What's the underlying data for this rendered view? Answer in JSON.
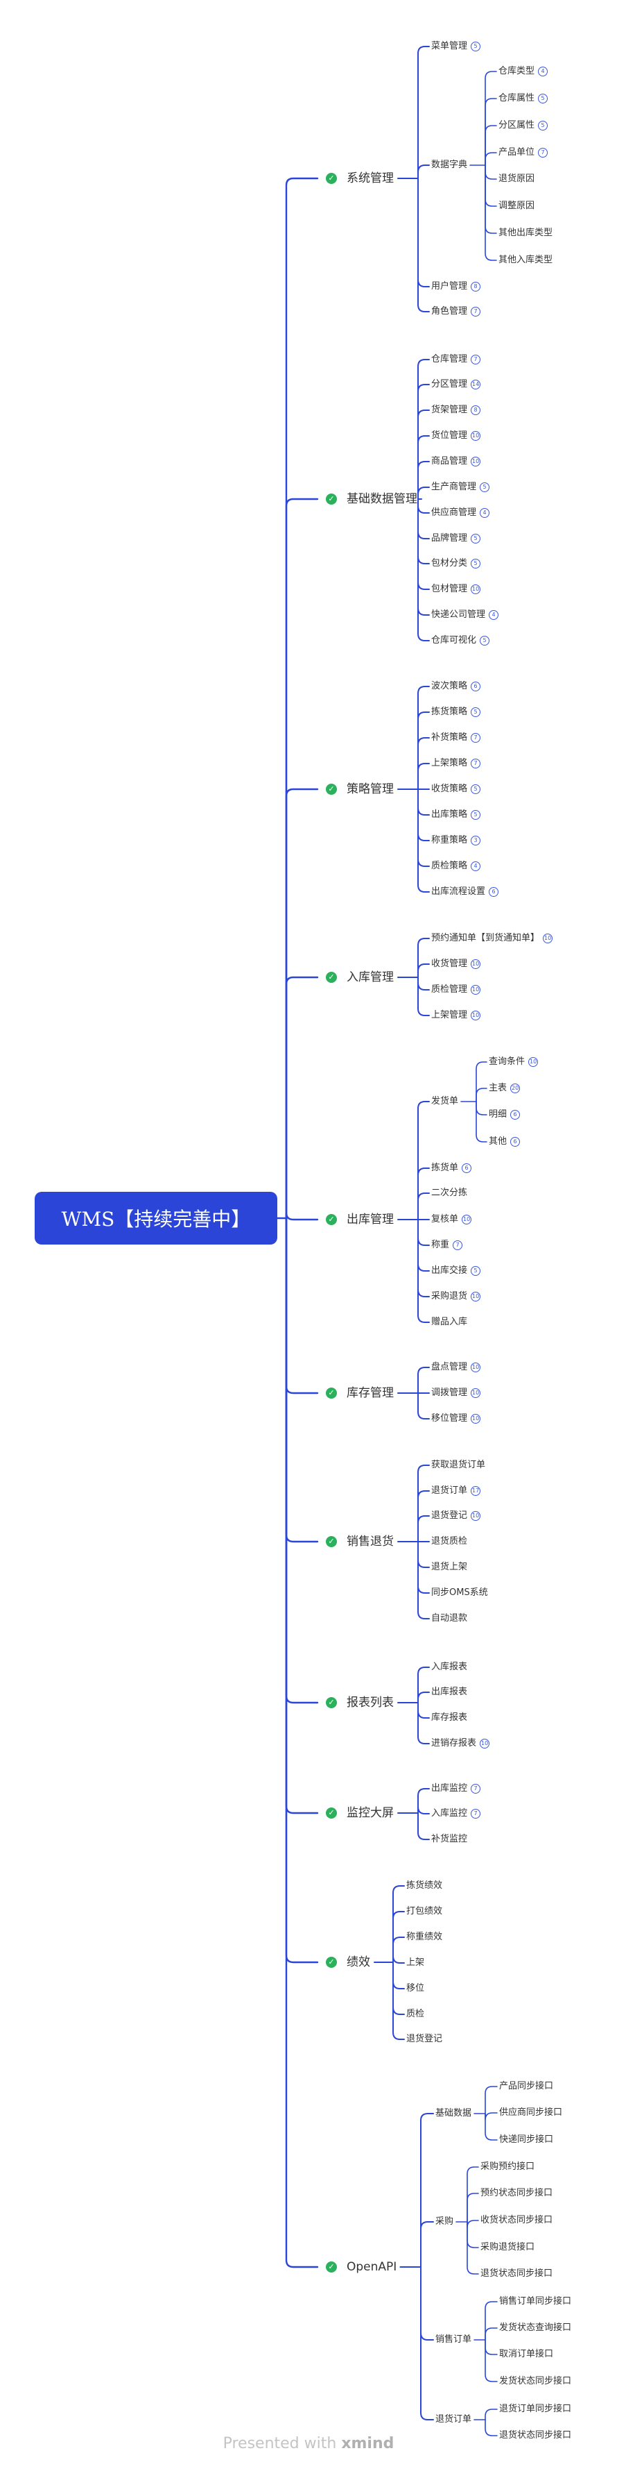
{
  "root": "WMS【持续完善中】",
  "footer": {
    "prefix": "Presented with",
    "brand": "xmind"
  },
  "colors": {
    "line": "#2a45d8",
    "root": "#2a45d8",
    "check": "#2bb05c"
  },
  "icons": {
    "status": "check-circle-icon",
    "link": "link-badge-icon"
  },
  "tree": [
    {
      "label": "系统管理",
      "children": [
        {
          "label": "菜单管理",
          "badge": "5"
        },
        {
          "label": "数据字典",
          "children": [
            {
              "label": "仓库类型",
              "badge": "4"
            },
            {
              "label": "仓库属性",
              "badge": "5"
            },
            {
              "label": "分区属性",
              "badge": "5"
            },
            {
              "label": "产品单位",
              "badge": "7"
            },
            {
              "label": "退货原因"
            },
            {
              "label": "调整原因"
            },
            {
              "label": "其他出库类型"
            },
            {
              "label": "其他入库类型"
            }
          ]
        },
        {
          "label": "用户管理",
          "badge": "8"
        },
        {
          "label": "角色管理",
          "badge": "7"
        }
      ]
    },
    {
      "label": "基础数据管理",
      "children": [
        {
          "label": "仓库管理",
          "badge": "7"
        },
        {
          "label": "分区管理",
          "badge": "14"
        },
        {
          "label": "货架管理",
          "badge": "8"
        },
        {
          "label": "货位管理",
          "badge": "10"
        },
        {
          "label": "商品管理",
          "badge": "10"
        },
        {
          "label": "生产商管理",
          "badge": "5"
        },
        {
          "label": "供应商管理",
          "badge": "4"
        },
        {
          "label": "品牌管理",
          "badge": "5"
        },
        {
          "label": "包材分类",
          "badge": "5"
        },
        {
          "label": "包材管理",
          "badge": "10"
        },
        {
          "label": "快递公司管理",
          "badge": "4"
        },
        {
          "label": "仓库可视化",
          "badge": "5"
        }
      ]
    },
    {
      "label": "策略管理",
      "children": [
        {
          "label": "波次策略",
          "badge": "6"
        },
        {
          "label": "拣货策略",
          "badge": "5"
        },
        {
          "label": "补货策略",
          "badge": "7"
        },
        {
          "label": "上架策略",
          "badge": "7"
        },
        {
          "label": "收货策略",
          "badge": "5"
        },
        {
          "label": "出库策略",
          "badge": "5"
        },
        {
          "label": "称重策略",
          "badge": "3"
        },
        {
          "label": "质检策略",
          "badge": "4"
        },
        {
          "label": "出库流程设置",
          "badge": "6"
        }
      ]
    },
    {
      "label": "入库管理",
      "children": [
        {
          "label": "预约通知单【到货通知单】",
          "badge": "10"
        },
        {
          "label": "收货管理",
          "badge": "10"
        },
        {
          "label": "质检管理",
          "badge": "10"
        },
        {
          "label": "上架管理",
          "badge": "10"
        }
      ]
    },
    {
      "label": "出库管理",
      "children": [
        {
          "label": "发货单",
          "children": [
            {
              "label": "查询条件",
              "badge": "10"
            },
            {
              "label": "主表",
              "badge": "20"
            },
            {
              "label": "明细",
              "badge": "6"
            },
            {
              "label": "其他",
              "badge": "6"
            }
          ]
        },
        {
          "label": "拣货单",
          "badge": "6"
        },
        {
          "label": "二次分拣"
        },
        {
          "label": "复核单",
          "badge": "10"
        },
        {
          "label": "称重",
          "badge": "7"
        },
        {
          "label": "出库交接",
          "badge": "5"
        },
        {
          "label": "采购退货",
          "badge": "10"
        },
        {
          "label": "赠品入库"
        }
      ]
    },
    {
      "label": "库存管理",
      "children": [
        {
          "label": "盘点管理",
          "badge": "10"
        },
        {
          "label": "调拨管理",
          "badge": "10"
        },
        {
          "label": "移位管理",
          "badge": "10"
        }
      ]
    },
    {
      "label": "销售退货",
      "children": [
        {
          "label": "获取退货订单"
        },
        {
          "label": "退货订单",
          "badge": "17"
        },
        {
          "label": "退货登记",
          "badge": "10"
        },
        {
          "label": "退货质检"
        },
        {
          "label": "退货上架"
        },
        {
          "label": "同步OMS系统"
        },
        {
          "label": "自动退款"
        }
      ]
    },
    {
      "label": "报表列表",
      "children": [
        {
          "label": "入库报表"
        },
        {
          "label": "出库报表"
        },
        {
          "label": "库存报表"
        },
        {
          "label": "进销存报表",
          "badge": "10"
        }
      ]
    },
    {
      "label": "监控大屏",
      "children": [
        {
          "label": "出库监控",
          "badge": "7"
        },
        {
          "label": "入库监控",
          "badge": "7"
        },
        {
          "label": "补货监控"
        }
      ]
    },
    {
      "label": "绩效",
      "children": [
        {
          "label": "拣货绩效"
        },
        {
          "label": "打包绩效"
        },
        {
          "label": "称重绩效"
        },
        {
          "label": "上架"
        },
        {
          "label": "移位"
        },
        {
          "label": "质检"
        },
        {
          "label": "退货登记"
        }
      ]
    },
    {
      "label": "OpenAPI",
      "children": [
        {
          "label": "基础数据",
          "children": [
            {
              "label": "产品同步接口"
            },
            {
              "label": "供应商同步接口"
            },
            {
              "label": "快递同步接口"
            }
          ]
        },
        {
          "label": "采购",
          "children": [
            {
              "label": "采购预约接口"
            },
            {
              "label": "预约状态同步接口"
            },
            {
              "label": "收货状态同步接口"
            },
            {
              "label": "采购退货接口"
            },
            {
              "label": "退货状态同步接口"
            }
          ]
        },
        {
          "label": "销售订单",
          "children": [
            {
              "label": "销售订单同步接口"
            },
            {
              "label": "发货状态查询接口"
            },
            {
              "label": "取消订单接口"
            },
            {
              "label": "发货状态同步接口"
            }
          ]
        },
        {
          "label": "退货订单",
          "children": [
            {
              "label": "退货订单同步接口"
            },
            {
              "label": "退货状态同步接口"
            }
          ]
        }
      ]
    }
  ]
}
